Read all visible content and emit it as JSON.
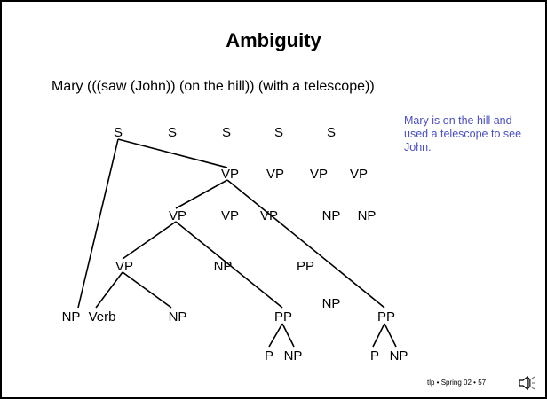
{
  "slide": {
    "title": "Ambiguity",
    "sentence": "Mary (((saw (John)) (on the hill)) (with a telescope))",
    "note": "Mary is on the hill and used a telescope to see John.",
    "footer": "tlp • Spring 02 • 57",
    "speaker_icon": "speaker-icon"
  },
  "tree": {
    "labels": [
      "S",
      "S",
      "S",
      "S",
      "S",
      "VP",
      "VP",
      "VP",
      "VP",
      "VP",
      "VP",
      "VP",
      "NP",
      "NP",
      "VP",
      "NP",
      "PP",
      "NP",
      "NP",
      "Verb",
      "NP",
      "PP",
      "PP",
      "P",
      "NP",
      "P",
      "NP"
    ]
  },
  "colors": {
    "note_text": "#4b4fc4",
    "text": "#000000",
    "border": "#000000"
  }
}
